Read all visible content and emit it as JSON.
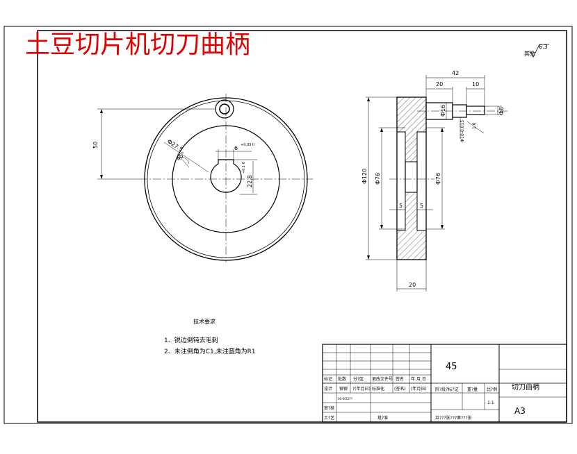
{
  "title": "土豆切片机切刀曲柄",
  "roughness": {
    "prefix": "其余",
    "value": "6.3"
  },
  "front_view": {
    "dim_left": "50",
    "dim_dia": "Ф27.5",
    "dim_angle": "45°",
    "dim_key_width": "6",
    "dim_key_width_tol": "+0.03\n0",
    "dim_key_depth": "22.8",
    "dim_key_depth_tol": "+0.1\n0"
  },
  "side_view": {
    "dim_42": "42",
    "dim_20_top": "20",
    "dim_10": "10",
    "dim_16": "Ф16",
    "dim_8": "Ф8",
    "dim_10_tol": "Ф10-0.015",
    "dim_16_fillet": "1.6",
    "dim_120": "Ф120",
    "dim_76_left": "Ф76",
    "dim_76_right": "Ф76",
    "dim_5_left": "5",
    "dim_5_right": "5",
    "dim_20_bottom": "20"
  },
  "tech_requirements": {
    "heading": "技术要求",
    "items": [
      "1、锐边倒钝去毛刺",
      "2、未注倒角为C1,未注圆角为R1"
    ]
  },
  "title_block": {
    "count": "45",
    "part_name": "切刀曲柄",
    "sheet_size": "A3",
    "scale": "1:1",
    "labels_row1": [
      "标记",
      "处数",
      "分?区",
      "更改文件号",
      "签名",
      "年.月.日"
    ],
    "labels_row2": [
      "设计",
      "铆铆",
      "?(年月日)",
      "标准化",
      "(签名)",
      "(年月日)"
    ],
    "labels_row3": [
      "审?核"
    ],
    "labels_row4": [
      "工?艺",
      "批?准"
    ],
    "stage_labels": [
      "阶?段?标?记",
      "重?量",
      "比?例"
    ],
    "sheet_text": "共???张???第???张",
    "small_note": "00-0012??"
  }
}
